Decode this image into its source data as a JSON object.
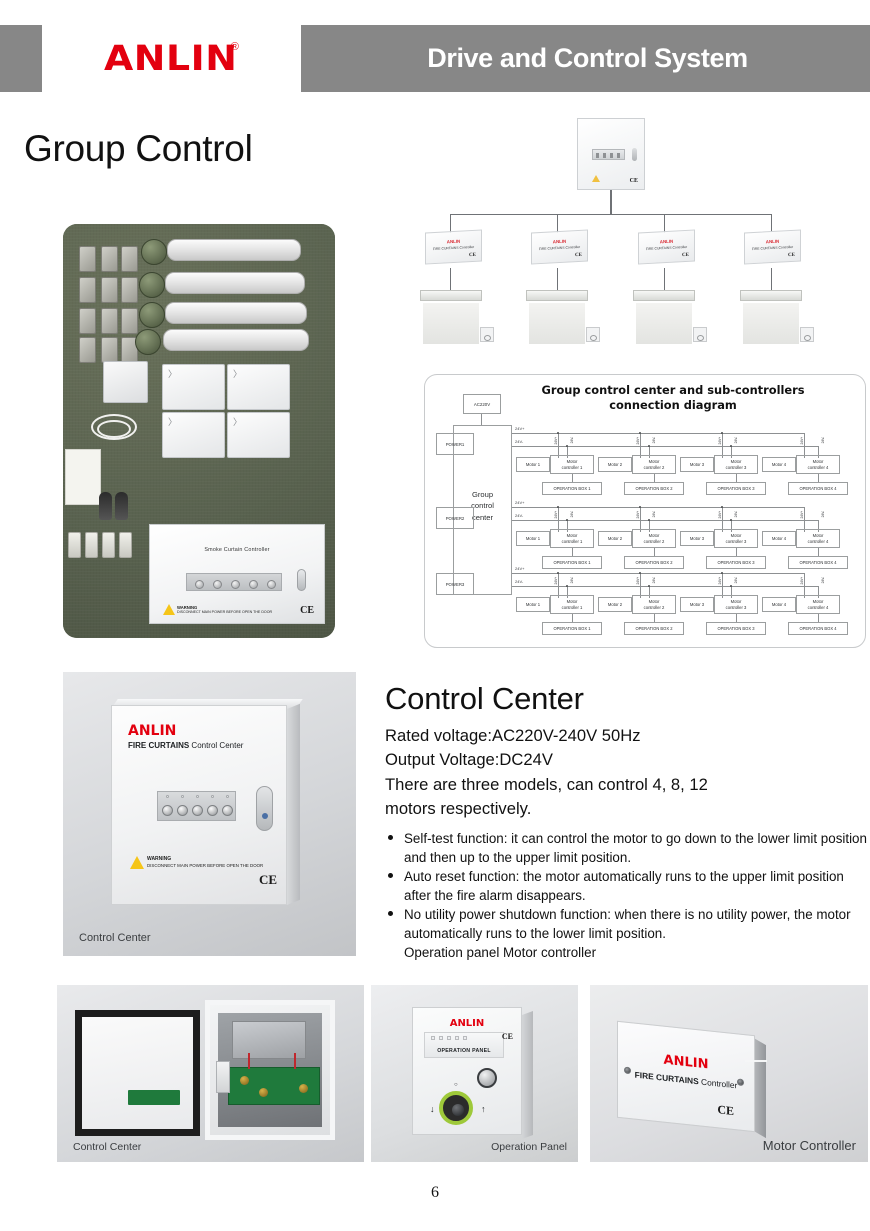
{
  "header": {
    "logo_text": "ANLIN",
    "logo_registered": "®",
    "title": "Drive and Control System"
  },
  "section": {
    "group_title": "Group Control"
  },
  "kit_photo": {
    "cabinet_label": "Smoke Curtain Controller",
    "warning_title": "WARNING",
    "warning_text": "DISCONNECT MAIN POWER BEFORE OPEN THE DOOR",
    "ce_mark": "CE"
  },
  "schematic": {
    "node_brand": "ANLIN",
    "node_label": "FIRE CURTAINS Controller",
    "node_ce": "CE",
    "nodes": [
      {
        "label": "FIRE CURTAINS Controller"
      },
      {
        "label": "FIRE CURTAINS Controller"
      },
      {
        "label": "FIRE CURTAINS Controller"
      },
      {
        "label": "FIRE CURTAINS Controller"
      }
    ]
  },
  "connection_diagram": {
    "title_line1": "Group control center and sub-controllers",
    "title_line2": "connection diagram",
    "ac_input": "AC220V",
    "center_label_line1": "Group",
    "center_label_line2": "control",
    "center_label_line3": "center",
    "power_units": [
      "POWER1",
      "POWER2",
      "POWER3"
    ],
    "bus_positive": "24V+",
    "bus_negative": "24V-",
    "branch_positive": "24V+",
    "branch_negative": "24V-",
    "motors": [
      "Motor 1",
      "Motor 2",
      "Motor 3",
      "Motor 4"
    ],
    "motor_controllers": [
      {
        "line1": "Motor",
        "line2": "controller 1"
      },
      {
        "line1": "Motor",
        "line2": "controller 2"
      },
      {
        "line1": "Motor",
        "line2": "controller 3"
      },
      {
        "line1": "Motor",
        "line2": "controller 4"
      }
    ],
    "operation_boxes": [
      "OPERATION BOX 1",
      "OPERATION BOX 2",
      "OPERATION BOX 3",
      "OPERATION BOX 4"
    ]
  },
  "control_center_photo": {
    "brand": "ANLIN",
    "sub_prefix": "FIRE CURTAINS",
    "sub_suffix": " Control Center",
    "warning_title": "WARNING",
    "warning_text": "DISCONNECT MAIN POWER BEFORE OPEN THE DOOR",
    "ce_mark": "CE",
    "caption": "Control Center"
  },
  "control_center_text": {
    "heading": "Control Center",
    "spec_line1": "Rated voltage:AC220V-240V 50Hz",
    "spec_line2": "Output Voltage:DC24V",
    "spec_line3": "There are three models, can control 4, 8, 12",
    "spec_line4": "motors respectively.",
    "features": [
      "Self-test function: it can control the motor to go down to the lower limit position and then up to the upper limit position.",
      "Auto reset function: the motor automatically runs to the upper limit position after the fire alarm disappears.",
      "No utility power shutdown function: when there is no utility power, the motor automatically runs to the lower limit position."
    ],
    "trailing_line": "Operation panel   Motor controller"
  },
  "bottom_photos": {
    "open_cabinet_caption": "Control Center",
    "operation_panel": {
      "brand": "ANLIN",
      "panel_label": "OPERATION PANEL",
      "caption": "Operation Panel"
    },
    "motor_controller": {
      "brand": "ANLIN",
      "sub_prefix": "FIRE CURTAINS",
      "sub_suffix": " Controller",
      "ce_mark": "CE",
      "caption": "Motor Controller"
    }
  },
  "footer": {
    "page_number": "6"
  },
  "colors": {
    "brand_red": "#e3000f",
    "header_gray": "#878787",
    "text_dark": "#111111"
  }
}
